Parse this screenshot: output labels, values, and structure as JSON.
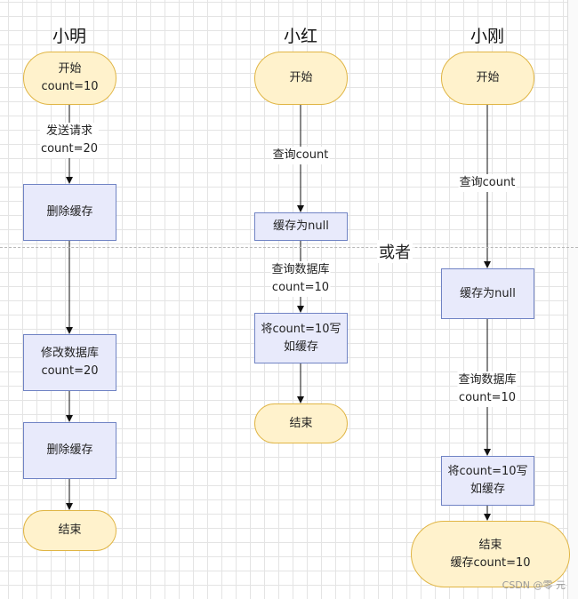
{
  "lanes": [
    {
      "title": "小明",
      "start": [
        "开始",
        "count=10"
      ],
      "edge1_label": [
        "发送请求",
        "count=20"
      ],
      "step1": [
        "删除缓存"
      ],
      "step2": [
        "修改数据库",
        "count=20"
      ],
      "step3": [
        "删除缓存"
      ],
      "end": [
        "结束"
      ]
    },
    {
      "title": "小红",
      "start": [
        "开始"
      ],
      "edge1_label": [
        "查询count"
      ],
      "step1": [
        "缓存为null"
      ],
      "edge2_label": [
        "查询数据库",
        "count=10"
      ],
      "step2": [
        "将count=10写",
        "如缓存"
      ],
      "end": [
        "结束"
      ]
    },
    {
      "title": "小刚",
      "start": [
        "开始"
      ],
      "edge1_label": [
        "查询count"
      ],
      "step1": [
        "缓存为null"
      ],
      "edge2_label": [
        "查询数据库",
        "count=10"
      ],
      "step2": [
        "将count=10写",
        "如缓存"
      ],
      "end": [
        "结束",
        "缓存count=10"
      ]
    }
  ],
  "separator_label": "或者",
  "watermark": "CSDN @零 元",
  "colors": {
    "terminal_fill": "#fff2cc",
    "terminal_stroke": "#e0b544",
    "process_fill": "#e8eafb",
    "process_stroke": "#7083c4",
    "arrow": "#111111"
  }
}
